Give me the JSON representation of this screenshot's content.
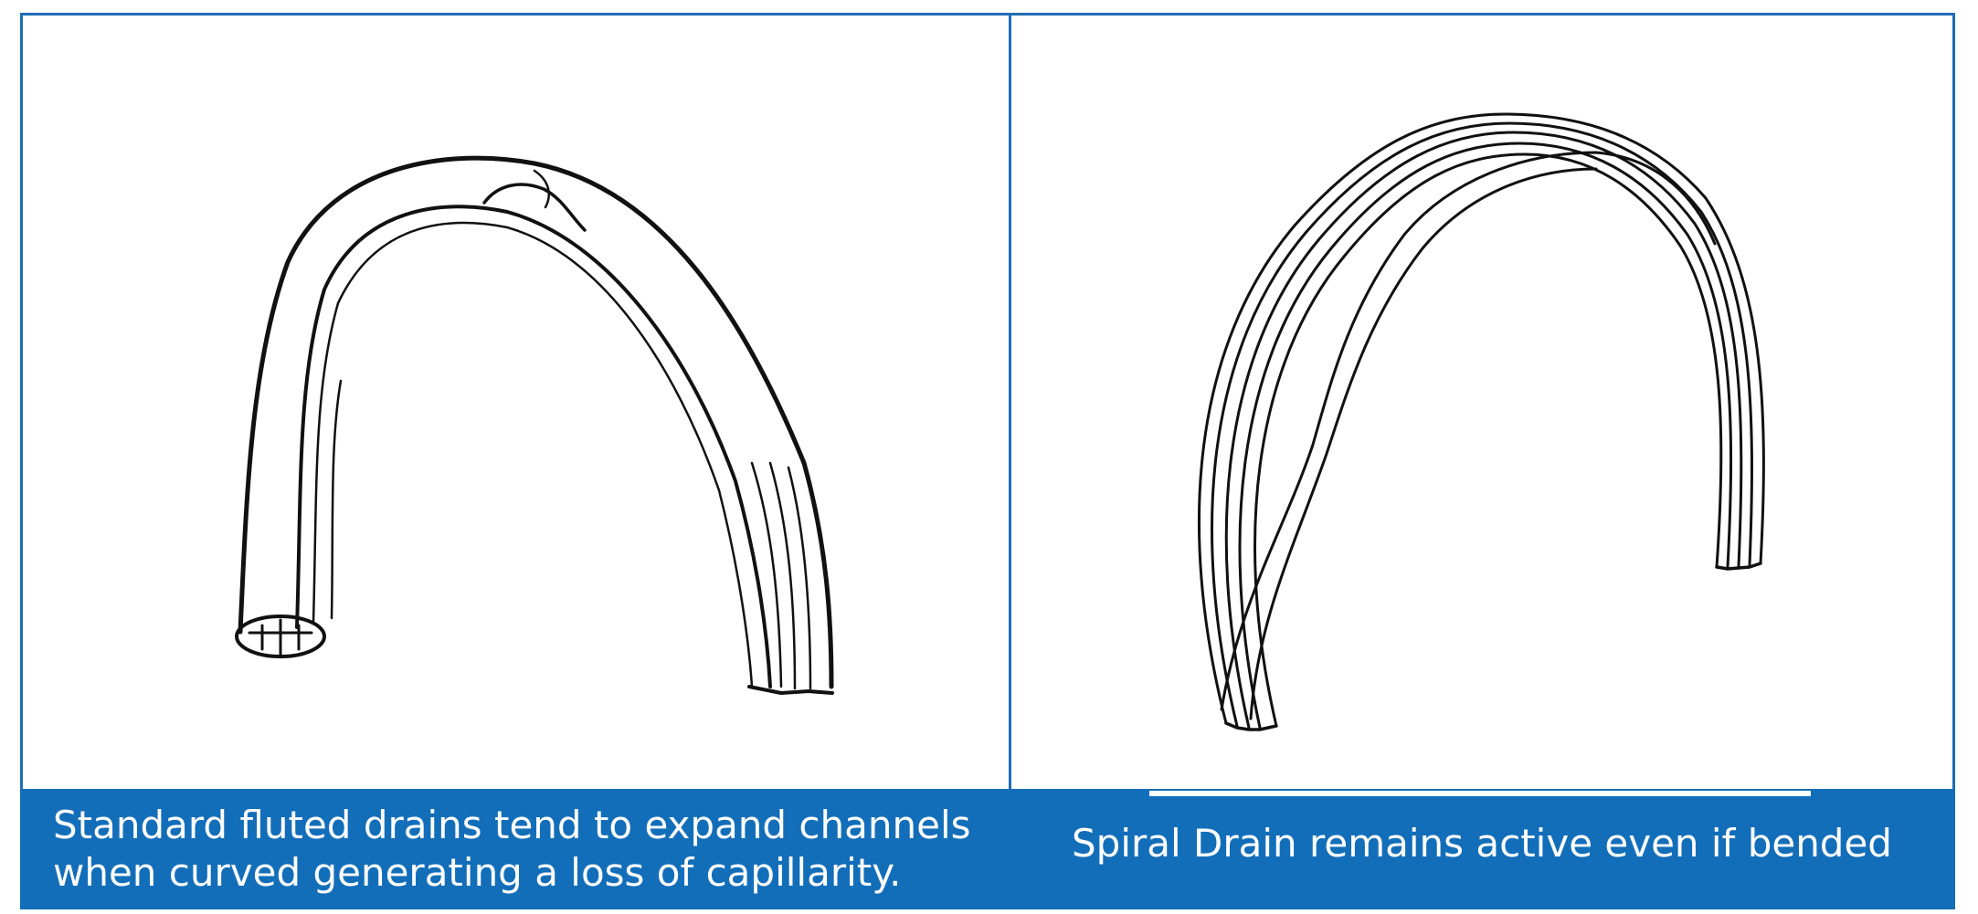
{
  "figure": {
    "panels": [
      {
        "id": "left",
        "caption_line1": "Standard fluted drains tend to expand channels",
        "caption_line2": "when curved generating a loss of capillarity.",
        "illustration": "standard-fluted-drain-curved"
      },
      {
        "id": "right",
        "caption": "Spiral Drain remains active even if bended",
        "illustration": "spiral-drain-bended"
      }
    ],
    "colors": {
      "frame": "#1f6db5",
      "caption_background": "#136eb9",
      "caption_text": "#ffffff",
      "line_art": "#111111"
    }
  }
}
